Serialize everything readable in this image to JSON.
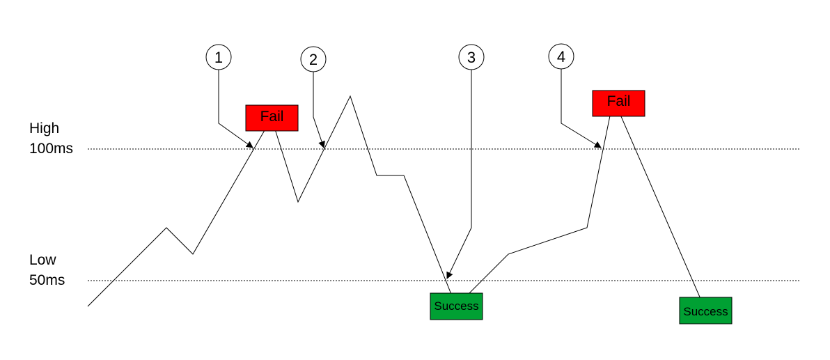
{
  "thresholds": {
    "high": {
      "name": "High",
      "value": "100ms"
    },
    "low": {
      "name": "Low",
      "value": "50ms"
    }
  },
  "markers": [
    "1",
    "2",
    "3",
    "4"
  ],
  "boxes": {
    "fail_1": "Fail",
    "fail_2": "Fail",
    "success_1": "Success",
    "success_2": "Success"
  },
  "colors": {
    "fail": "#ff0000",
    "success": "#00a033",
    "line": "#000000"
  }
}
